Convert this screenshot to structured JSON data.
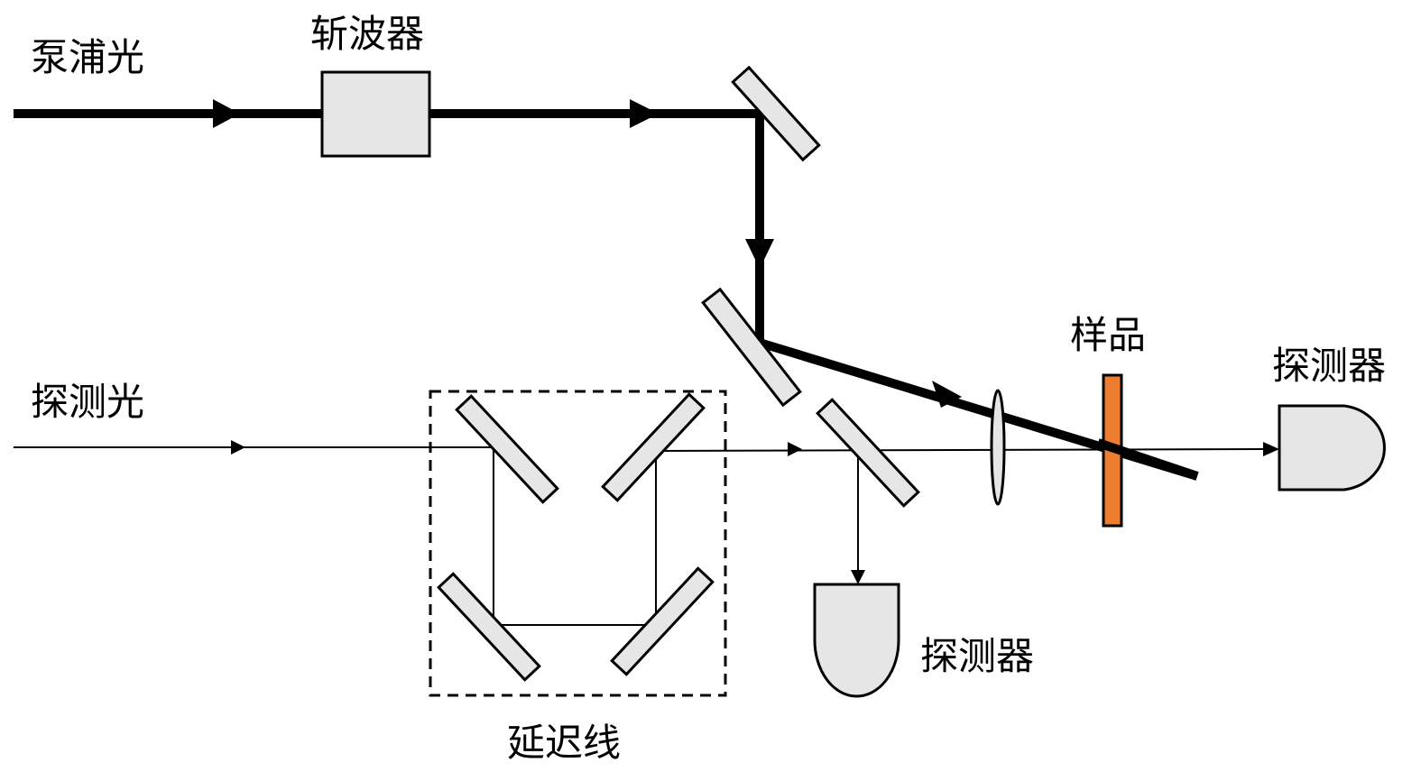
{
  "labels": {
    "pump_light": "泵浦光",
    "chopper": "斩波器",
    "probe_light": "探测光",
    "sample": "样品",
    "detector_right": "探测器",
    "detector_bottom": "探测器",
    "delay_line": "延迟线"
  },
  "colors": {
    "sample_fill": "#ed7d31",
    "component_fill": "#e6e6e6",
    "beam": "#000000"
  }
}
